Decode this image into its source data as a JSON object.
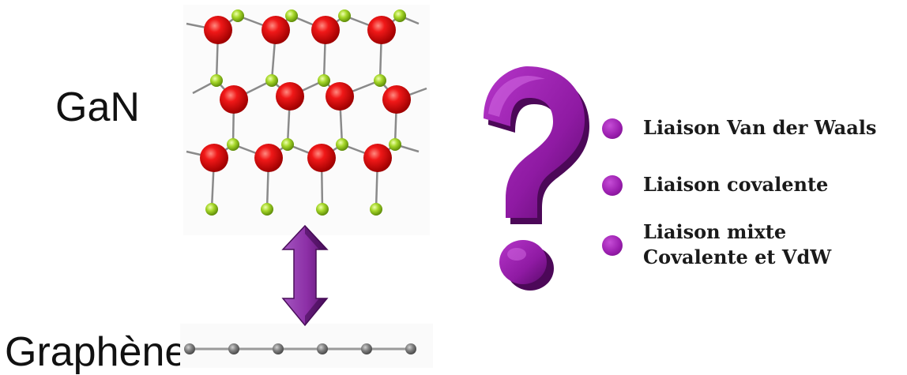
{
  "labels": {
    "top_material": "GaN",
    "bottom_material": "Graphène"
  },
  "options": [
    {
      "lines": [
        "Liaison Van der Waals"
      ]
    },
    {
      "lines": [
        "Liaison covalente"
      ]
    },
    {
      "lines": [
        "Liaison mixte",
        "Covalente et VdW"
      ]
    }
  ],
  "colors": {
    "ga_atom": "#e01010",
    "n_atom": "#9bd21c",
    "graphene_atom": "#7a7a7a",
    "accent_purple": "#8a1a9c",
    "arrow_purple": "#8e3aa6"
  },
  "icons": {
    "question": "question-mark-icon",
    "arrow": "double-arrow-icon",
    "bullet": "bullet-icon"
  }
}
